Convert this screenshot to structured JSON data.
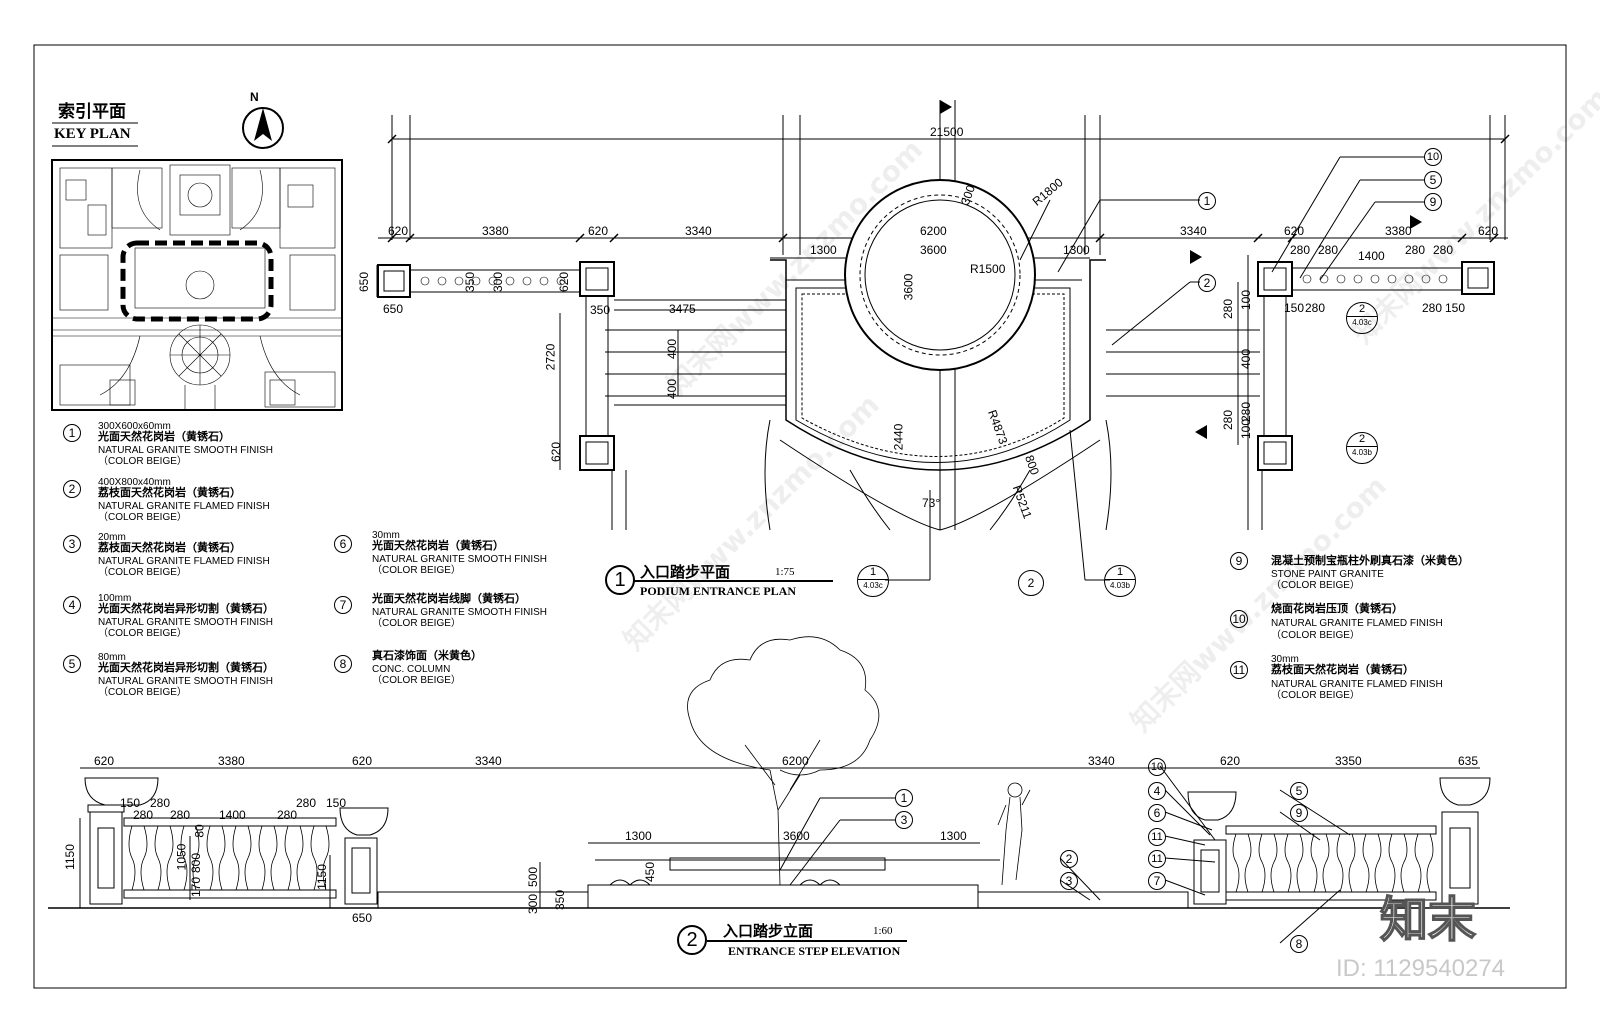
{
  "key_plan": {
    "title_cn": "索引平面",
    "title_en": "KEY PLAN",
    "north": "N"
  },
  "plan_title": {
    "num": "1",
    "cn": "入口踏步平面",
    "scale": "1:75",
    "en": "PODIUM ENTRANCE PLAN"
  },
  "elev_title": {
    "num": "2",
    "cn": "入口踏步立面",
    "scale": "1:60",
    "en": "ENTRANCE STEP ELEVATION"
  },
  "legend": [
    {
      "num": "1",
      "lines": [
        "300X600x60mm",
        "光面天然花岗岩（黄锈石）",
        "NATURAL GRANITE SMOOTH FINISH",
        "（COLOR BEIGE）"
      ]
    },
    {
      "num": "2",
      "lines": [
        "400X800x40mm",
        "荔枝面天然花岗岩（黄锈石）",
        "NATURAL GRANITE FLAMED FINISH",
        "（COLOR BEIGE）"
      ]
    },
    {
      "num": "3",
      "lines": [
        "20mm",
        "荔枝面天然花岗岩（黄锈石）",
        "NATURAL GRANITE FLAMED FINISH",
        "（COLOR BEIGE）"
      ]
    },
    {
      "num": "4",
      "lines": [
        "100mm",
        "光面天然花岗岩异形切割（黄锈石）",
        "NATURAL GRANITE SMOOTH FINISH",
        "（COLOR BEIGE）"
      ]
    },
    {
      "num": "5",
      "lines": [
        "80mm",
        "光面天然花岗岩异形切割（黄锈石）",
        "NATURAL GRANITE SMOOTH FINISH",
        "（COLOR BEIGE）"
      ]
    },
    {
      "num": "6",
      "lines": [
        "30mm",
        "光面天然花岗岩（黄锈石）",
        "NATURAL GRANITE SMOOTH FINISH",
        "（COLOR BEIGE）"
      ]
    },
    {
      "num": "7",
      "lines": [
        "光面天然花岗岩线脚（黄锈石）",
        "NATURAL GRANITE SMOOTH FINISH",
        "（COLOR BEIGE）"
      ]
    },
    {
      "num": "8",
      "lines": [
        "真石漆饰面（米黄色）",
        "CONC. COLUMN",
        "（COLOR BEIGE）"
      ]
    },
    {
      "num": "9",
      "lines": [
        "混凝土预制宝瓶柱外刷真石漆（米黄色）",
        "STONE PAINT GRANITE",
        "（COLOR BEIGE）"
      ]
    },
    {
      "num": "10",
      "lines": [
        "烧面花岗岩压顶（黄锈石）",
        "NATURAL GRANITE FLAMED FINISH",
        "（COLOR BEIGE）"
      ]
    },
    {
      "num": "11",
      "lines": [
        "30mm",
        "荔枝面天然花岗岩（黄锈石）",
        "NATURAL GRANITE FLAMED FINISH",
        "（COLOR BEIGE）"
      ]
    }
  ],
  "plan_dims": {
    "total": "21500",
    "top_row": [
      "620",
      "3380",
      "620",
      "3340",
      "3340",
      "620",
      "3380",
      "620"
    ],
    "circle": [
      "6200",
      "3600",
      "R1800",
      "R1500",
      "300",
      "3600"
    ],
    "side": [
      "1300",
      "1300",
      "3475",
      "350",
      "2720",
      "400",
      "400",
      "650",
      "650",
      "350",
      "300",
      "620",
      "620"
    ],
    "arc": [
      "2440",
      "R4873",
      "R5211",
      "800",
      "73°"
    ],
    "right_box": [
      "280",
      "280",
      "1400",
      "280",
      "280",
      "150",
      "280",
      "280",
      "150",
      "280",
      "100",
      "400",
      "280",
      "100",
      "280"
    ],
    "callouts": [
      "1",
      "2",
      "10",
      "5",
      "9"
    ],
    "refs": [
      {
        "num": "1",
        "sheet": "4.03c"
      },
      {
        "num": "1",
        "sheet": "4.03b"
      },
      {
        "num": "2",
        "sheet": "4.03c"
      },
      {
        "num": "2",
        "sheet": "4.03b"
      },
      {
        "num": "2",
        "sheet": ""
      }
    ]
  },
  "elev_dims": {
    "top": [
      "620",
      "3380",
      "620",
      "3340",
      "6200",
      "3340",
      "620",
      "3350",
      "635"
    ],
    "balustrade": [
      "150",
      "280",
      "280",
      "280",
      "1400",
      "280",
      "280",
      "150"
    ],
    "vertical": [
      "1150",
      "1050",
      "800",
      "80",
      "170",
      "1150",
      "500",
      "300",
      "350",
      "450"
    ],
    "mid": [
      "1300",
      "3600",
      "1300"
    ],
    "bottom": "650",
    "callouts_mid": [
      "1",
      "3"
    ],
    "callouts_right": [
      "10",
      "4",
      "6",
      "11",
      "11",
      "7",
      "2",
      "3"
    ],
    "callouts_far": [
      "5",
      "9",
      "8"
    ]
  },
  "watermark": {
    "logo": "知末",
    "id": "ID: 1129540274",
    "site": "知末网www.znzmo.com"
  }
}
